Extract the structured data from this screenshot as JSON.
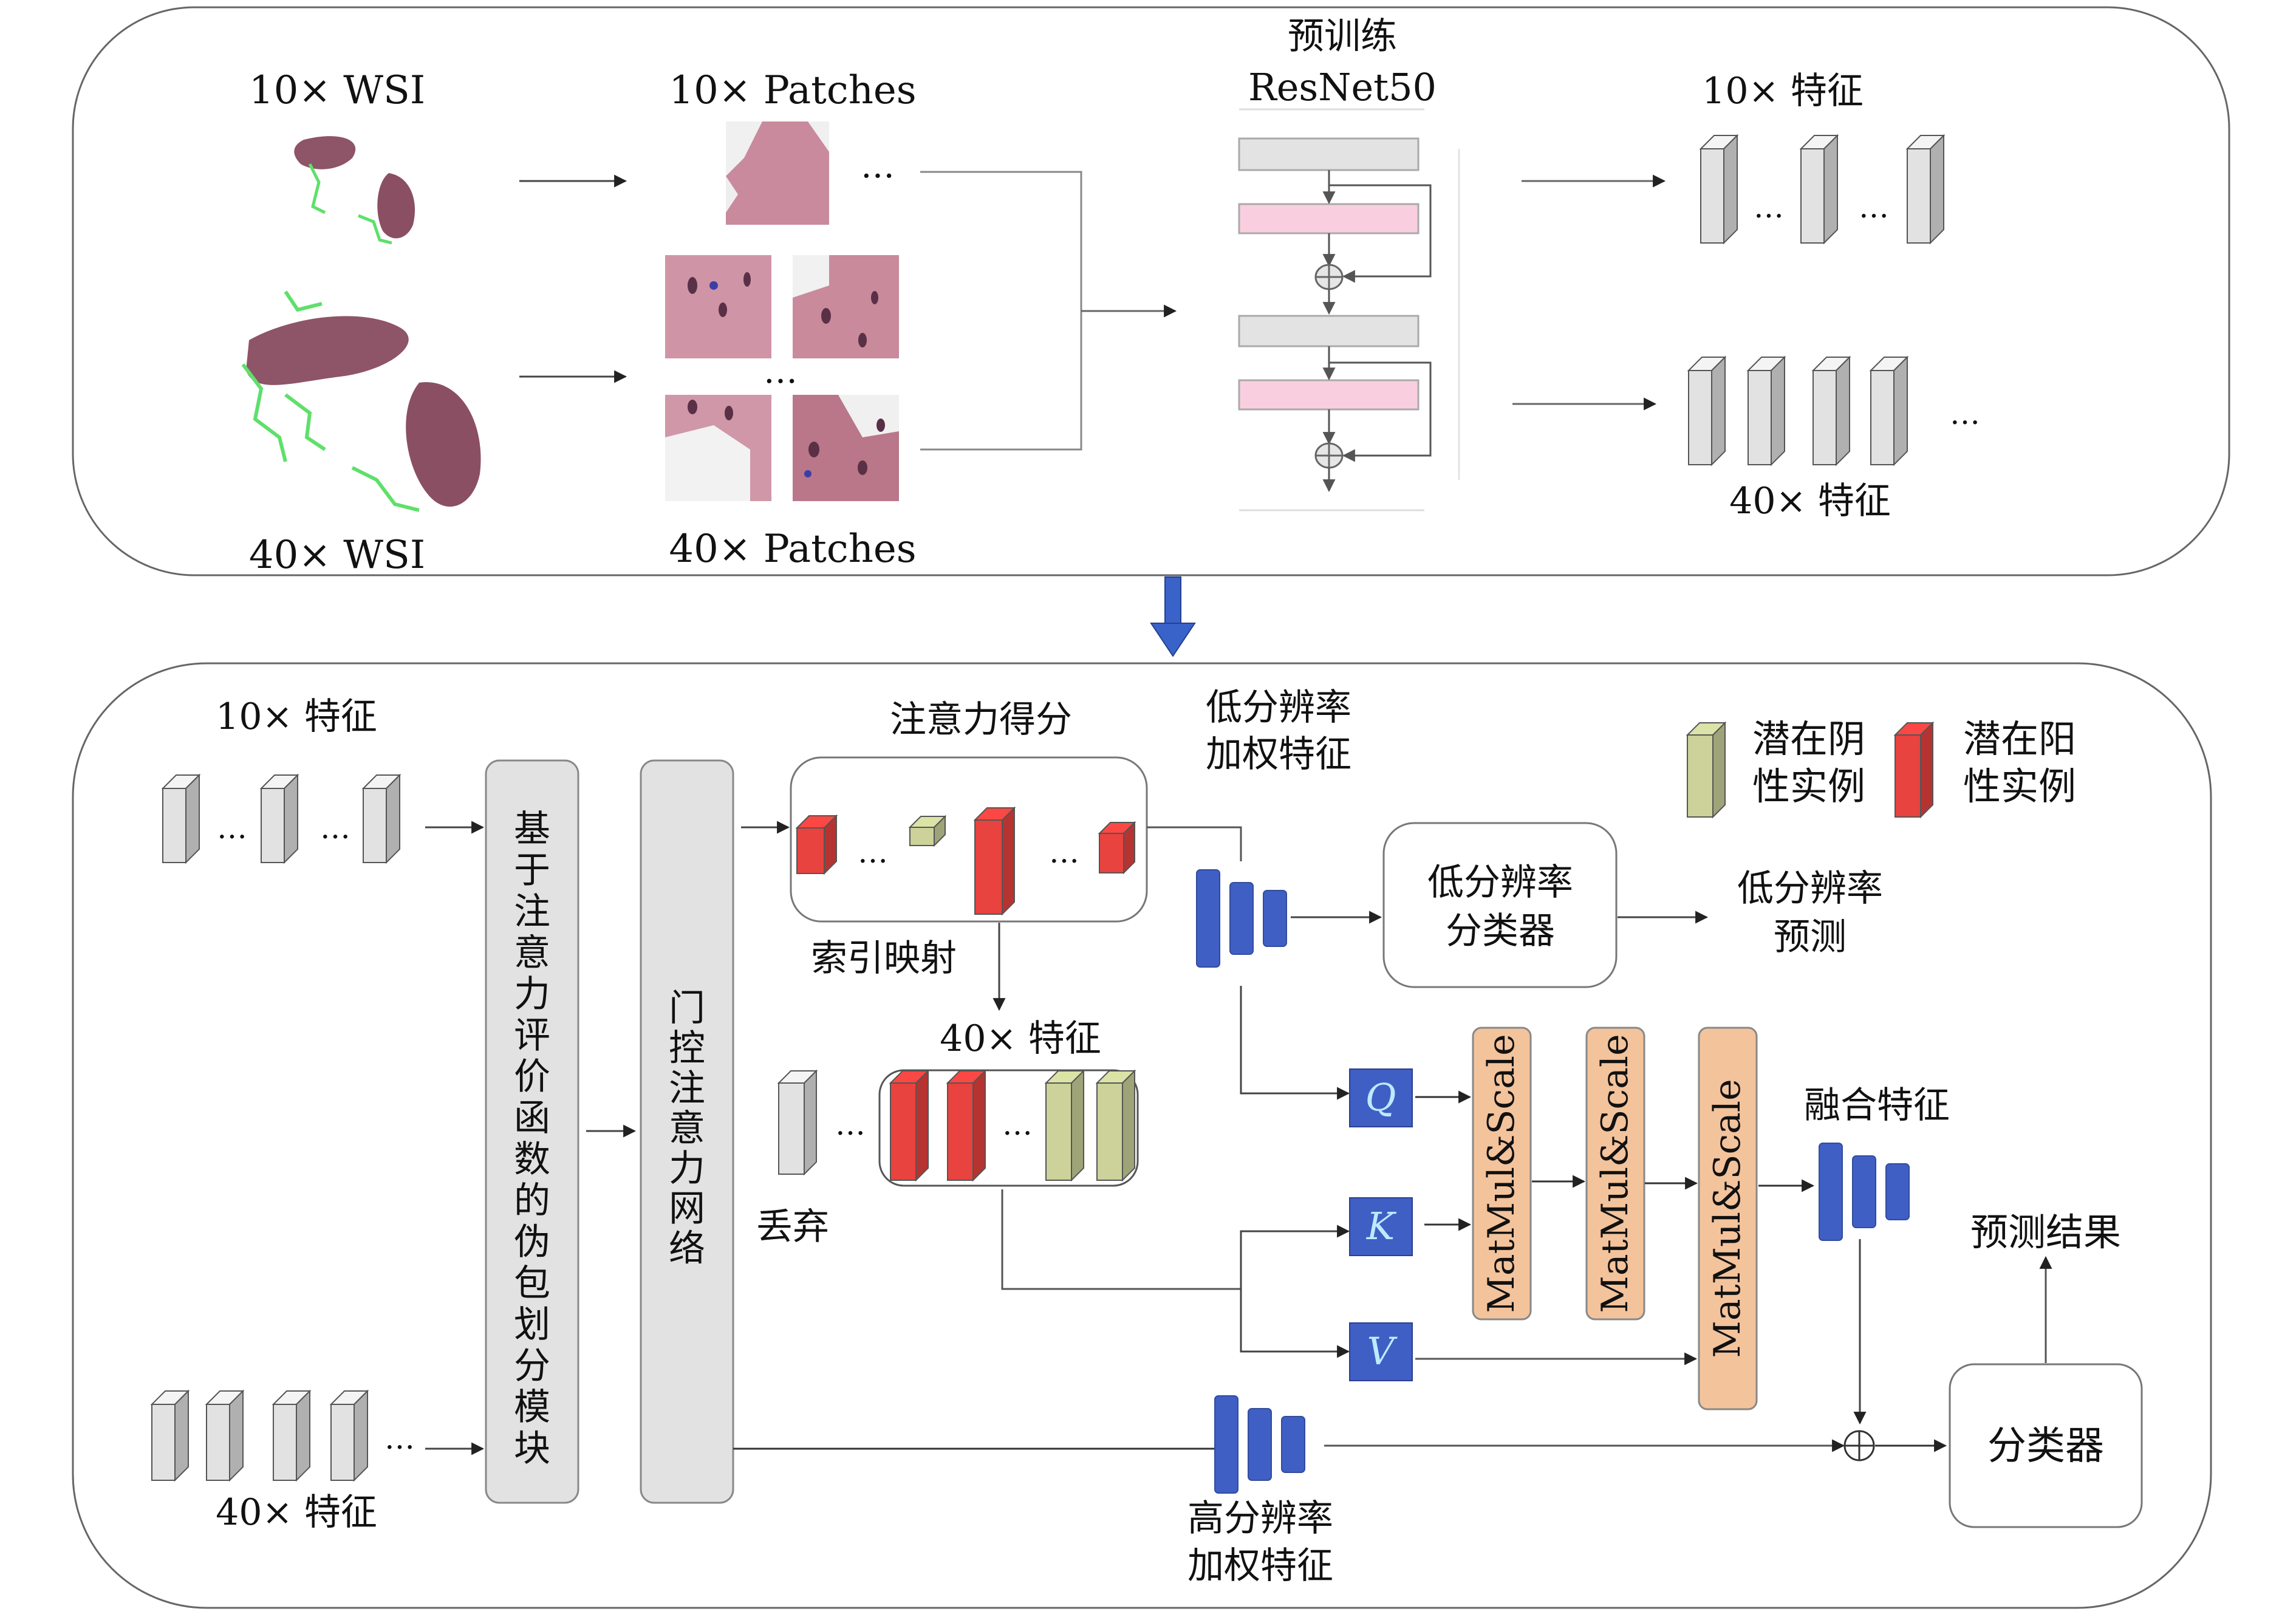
{
  "top_panel": {
    "wsi_10x_label": "10× WSI",
    "wsi_40x_label": "40× WSI",
    "patches_10x_label": "10× Patches",
    "patches_40x_label": "40× Patches",
    "resnet_title_line1": "预训练",
    "resnet_title_line2": "ResNet50",
    "features_10x_label": "10× 特征",
    "features_40x_label": "40× 特征",
    "ellipsis": "…"
  },
  "bottom_panel": {
    "features_10x_label": "10× 特征",
    "features_40x_label": "40× 特征",
    "pseudo_bag_module_label": "基于注意力评价函数的伪包划分模块",
    "gated_attention_label": "门控注意力网络",
    "attention_score_label": "注意力得分",
    "index_mapping_label": "索引映射",
    "features_40x_selected_label": "40× 特征",
    "discard_label": "丢弃",
    "low_res_weighted_line1": "低分辨率",
    "low_res_weighted_line2": "加权特征",
    "high_res_weighted_line1": "高分辨率",
    "high_res_weighted_line2": "加权特征",
    "low_res_classifier_line1": "低分辨率",
    "low_res_classifier_line2": "分类器",
    "low_res_prediction_line1": "低分辨率",
    "low_res_prediction_line2": "预测",
    "q_label": "Q",
    "k_label": "K",
    "v_label": "V",
    "matmul_labels": [
      "MatMul&Scale",
      "MatMul&Scale",
      "MatMul&Scale"
    ],
    "fused_features_label": "融合特征",
    "classifier_label": "分类器",
    "prediction_result_label": "预测结果",
    "ellipsis": "…",
    "legend": {
      "negative_line1": "潜在阴",
      "negative_line2": "性实例",
      "positive_line1": "潜在阳",
      "positive_line2": "性实例"
    }
  },
  "colors": {
    "feature_gray": "#e2e2e2",
    "positive_red": "#e8433f",
    "negative_olive": "#ccd29a",
    "weighted_blue": "#3f5fc4",
    "matmul_orange": "#f3c39c",
    "resnet_pink": "#f9cfe0",
    "resnet_gray": "#e3e3e3",
    "connector_arrow_blue": "#3a63c9"
  }
}
